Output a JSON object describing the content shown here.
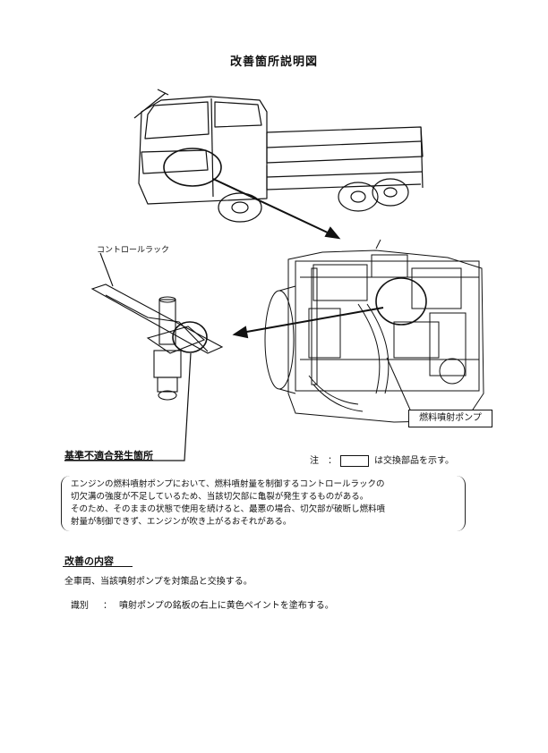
{
  "title": "改善箇所説明図",
  "labels": {
    "control_rack": "コントロールラック",
    "defect_location": "基準不適合発生箇所",
    "fuel_pump": "燃料噴射ポンプ"
  },
  "note": {
    "prefix": "注　：",
    "suffix": "は交換部品を示す。"
  },
  "description": [
    "エンジンの燃料噴射ポンプにおいて、燃料噴射量を制御するコントロールラックの",
    "切欠溝の強度が不足しているため、当該切欠部に亀裂が発生するものがある。",
    "そのため、そのままの状態で使用を続けると、最悪の場合、切欠部が破断し燃料噴",
    "射量が制御できず、エンジンが吹き上がるおそれがある。"
  ],
  "remedy": {
    "heading": "改善の内容",
    "text": "全車両、当該噴射ポンプを対策品と交換する。",
    "ident_label": "識別",
    "ident_sep": "：",
    "ident_text": "噴射ポンプの銘板の右上に黄色ペイントを塗布する。"
  }
}
